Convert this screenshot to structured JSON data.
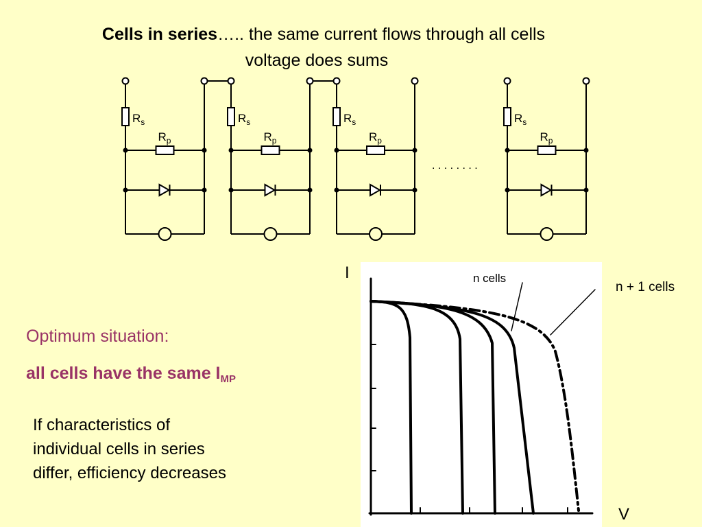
{
  "title": {
    "bold": "Cells in series",
    "rest": "….. the same current flows through all cells",
    "line2": "voltage does sums"
  },
  "circuit": {
    "rs_label": "R",
    "rs_sub": "s",
    "rp_label": "R",
    "rp_sub": "p",
    "ellipsis": ". . . . . . . ."
  },
  "optimum": {
    "heading": "Optimum situation:",
    "bold_text": "all cells have the same  I",
    "bold_sub": "MP"
  },
  "note_lines": [
    "If characteristics of",
    "individual cells in series",
    "differ, efficiency decreases"
  ],
  "graph": {
    "y_label": "I",
    "x_label": "V",
    "n_cells_label": "n cells",
    "n_plus_1_label": "n + 1  cells"
  },
  "colors": {
    "background": "#ffffc8",
    "accent_text": "#993366"
  }
}
